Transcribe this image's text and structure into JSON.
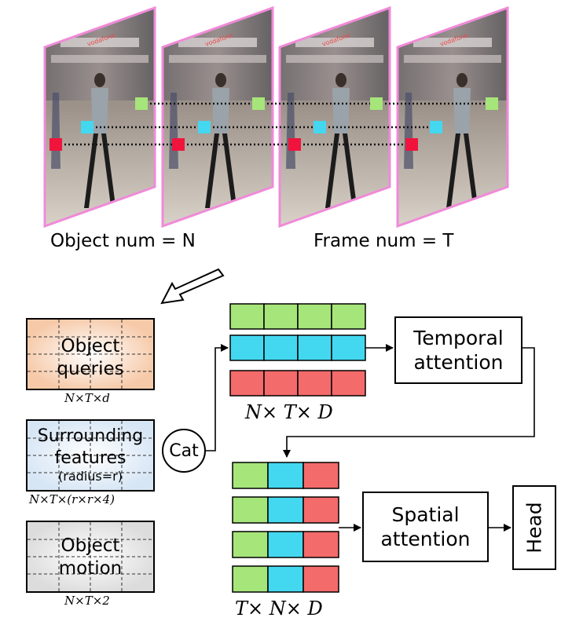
{
  "frames": {
    "count": 4,
    "sign_text": "vodafone",
    "marker_colors": {
      "green": "#a6e57a",
      "cyan": "#44d8f0",
      "red": "#f0143c"
    },
    "frame_border_color": "#f08ad8"
  },
  "labels": {
    "object_num": "Object num = N",
    "frame_num": "Frame num = T"
  },
  "inputs": {
    "object_queries": {
      "line1": "Object",
      "line2": "queries",
      "shape": "N×T×d",
      "fill": "#f6c9a8"
    },
    "surrounding_features": {
      "line1": "Surrounding",
      "line2": "features",
      "line3": "(radius=r)",
      "shape": "N×T×(r×r×4)",
      "fill": "#d7e6f5"
    },
    "object_motion": {
      "line1": "Object",
      "line2": "motion",
      "shape": "N×T×2",
      "fill": "#dcdcdc"
    }
  },
  "cat_label": "Cat",
  "temporal": {
    "label_line1": "Temporal",
    "label_line2": "attention",
    "shape": "N× T× D",
    "row_colors": [
      "#a6e57a",
      "#44d8f0",
      "#f46b6b"
    ]
  },
  "spatial": {
    "label_line1": "Spatial",
    "label_line2": "attention",
    "shape": "T× N× D",
    "col_colors": [
      "#a6e57a",
      "#44d8f0",
      "#f46b6b"
    ]
  },
  "head_label": "Head"
}
